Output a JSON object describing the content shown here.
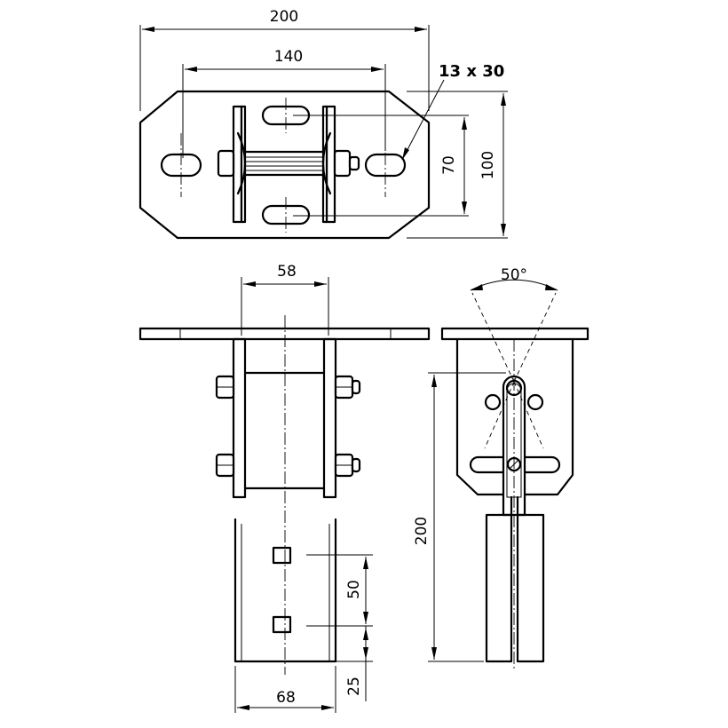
{
  "dimensions": {
    "top_width": "200",
    "hole_spacing": "140",
    "slot_size": "13 x 30",
    "slot_distance": "70",
    "top_height": "100",
    "front_width": "58",
    "tilt_angle": "50°",
    "overall_height": "200",
    "hole_pitch": "50",
    "hole_offset": "25",
    "channel_width": "68"
  }
}
